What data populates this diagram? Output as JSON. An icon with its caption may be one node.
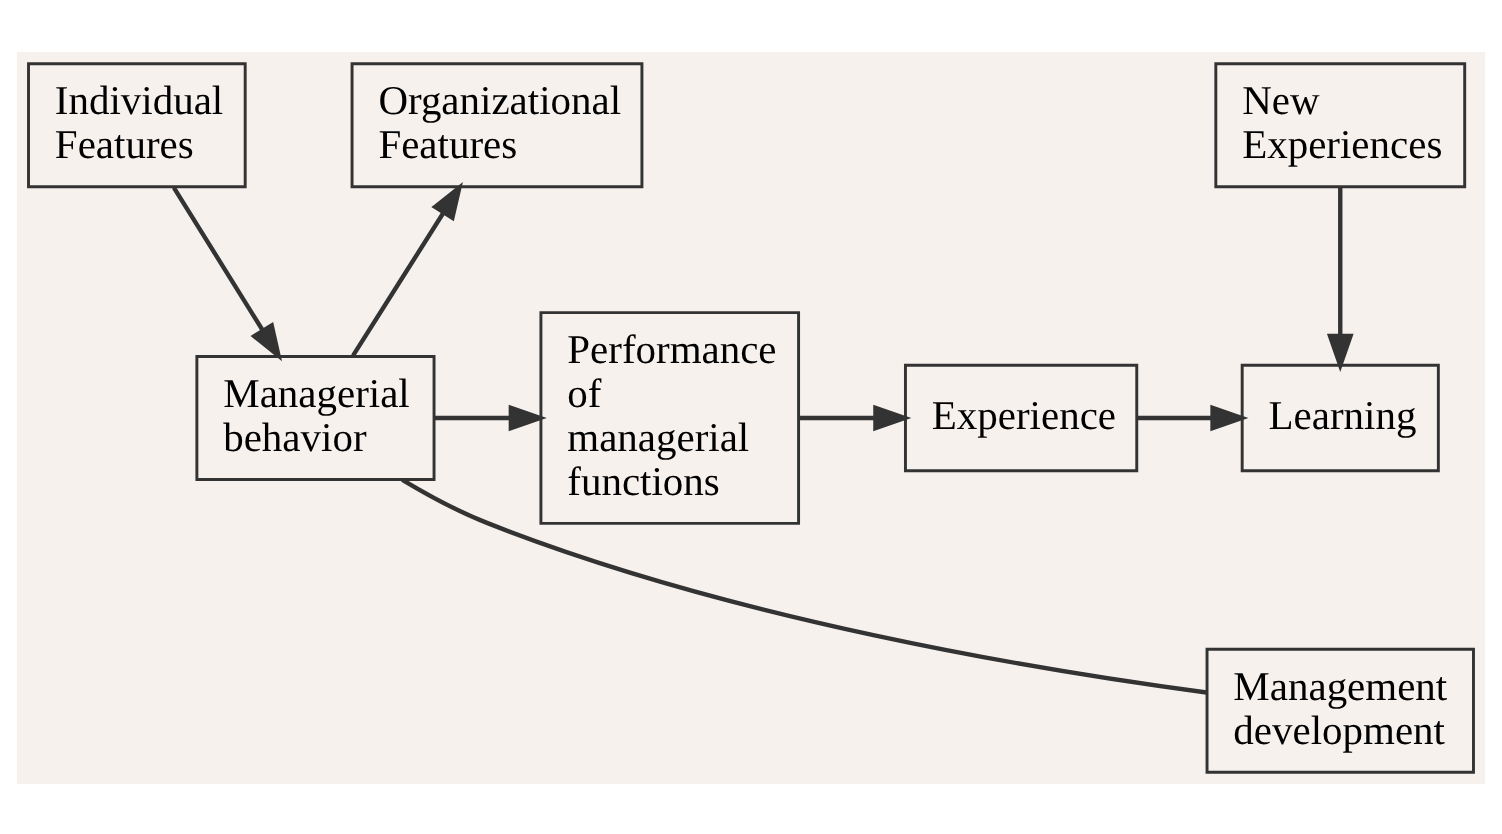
{
  "diagram": {
    "nodes": [
      {
        "text": [
          "Individual Features"
        ]
      },
      {
        "text": [
          "Organizational Features"
        ]
      },
      {
        "text": [
          "Managerial behavior"
        ]
      },
      {
        "text": [
          "Performance of managerial functions"
        ]
      },
      {
        "text": [
          "Experience"
        ]
      },
      {
        "text": [
          "New Experiences"
        ]
      },
      {
        "text": [
          "Learning"
        ]
      },
      {
        "text": [
          "Management development"
        ]
      }
    ],
    "edges": [
      {
        "from": 0,
        "to": 2,
        "arrow": "to"
      },
      {
        "from": 2,
        "to": 1,
        "arrow": "to"
      },
      {
        "from": 2,
        "to": 3,
        "arrow": "to"
      },
      {
        "from": 3,
        "to": 4,
        "arrow": "to"
      },
      {
        "from": 4,
        "to": 6,
        "arrow": "to"
      },
      {
        "from": 5,
        "to": 6,
        "arrow": "to"
      },
      {
        "from": 7,
        "to": 2,
        "arrow": "none"
      }
    ]
  }
}
